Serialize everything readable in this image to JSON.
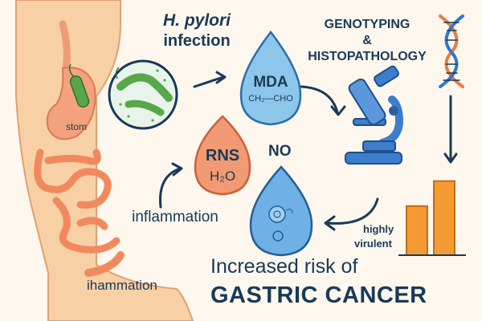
{
  "labels": {
    "pathogen": "H. pylori",
    "infection": "infection",
    "stomach": "stom",
    "inflammation": "inflammation",
    "inflammation_lower": "ihammation",
    "genotyping": "GENOTYPING",
    "ampersand": "&",
    "histopathology": "HISTOPATHOLOGY",
    "highly": "highly",
    "virulent": "virulent",
    "no": "NO"
  },
  "drops": {
    "mda": {
      "title": "MDA",
      "formula": "CH₂—CHO",
      "color": "#8cc6ea"
    },
    "rns": {
      "title": "RNS",
      "formula": "H₂O",
      "color": "#f29a73"
    },
    "no_drop": {
      "color": "#6fb1e4"
    }
  },
  "footer": {
    "line1": "Increased risk of",
    "line2": "GASTRIC CANCER"
  },
  "bars": {
    "values": [
      0.51,
      0.77
    ],
    "color": "#f39a34"
  },
  "colors": {
    "text": "#183a57",
    "body": "#f8d0a5",
    "body_outline": "#e2a071",
    "bacteria": "#58a84a",
    "microscope": "#3d7dcc",
    "dna_a": "#e87c40",
    "dna_b": "#2d79c8"
  }
}
